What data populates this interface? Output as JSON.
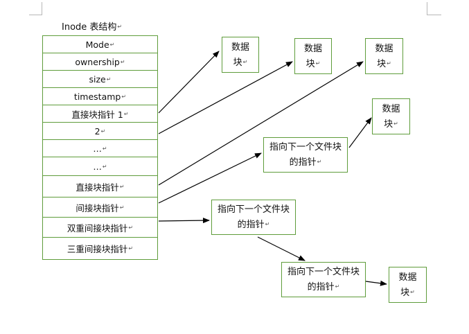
{
  "title": "Inode 表结构",
  "table_rows": [
    "Mode",
    "ownership",
    "size",
    "timestamp",
    "直接块指针 1",
    "2",
    "…",
    "…",
    "直接块指针",
    "间接块指针",
    "双重间接块指针",
    "三重间接块指针"
  ],
  "boxes": {
    "data_block_1": "数据块",
    "data_block_2": "数据块",
    "data_block_3": "数据块",
    "data_block_4": "数据块",
    "data_block_5": "数据块",
    "pointer_box_1": "指向下一个文件块的指针",
    "pointer_box_2": "指向下一个文件块的指针",
    "pointer_box_3": "指向下一个文件块的指针"
  },
  "paragraph_mark": "↵"
}
